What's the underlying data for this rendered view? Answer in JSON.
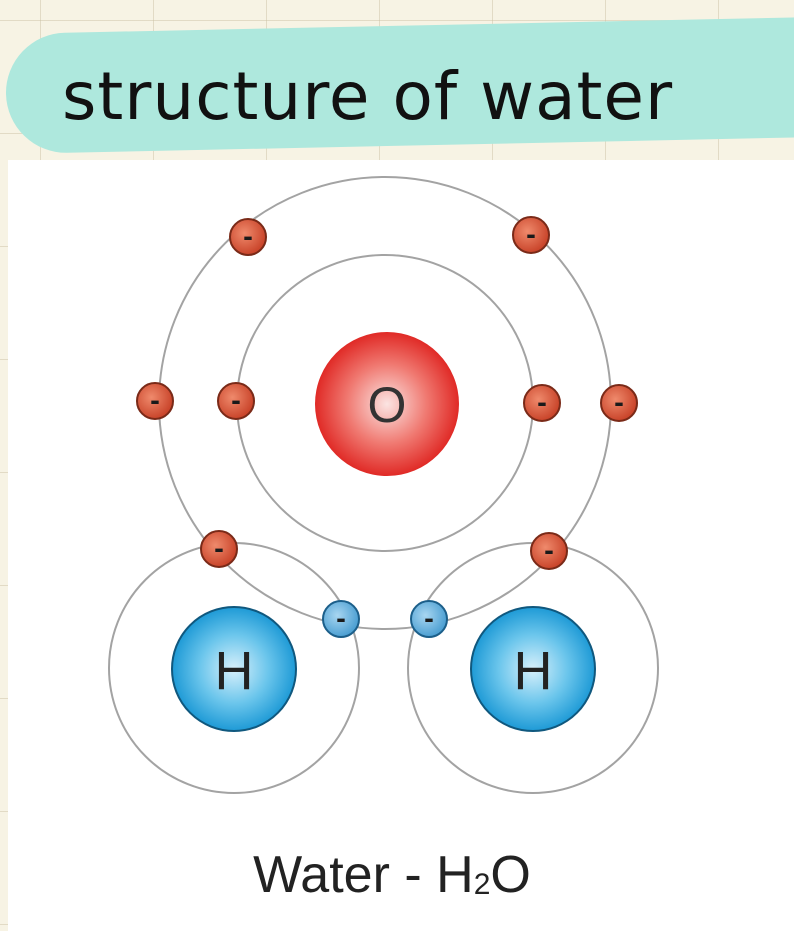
{
  "title": "structure of water",
  "diagram": {
    "oxygen_label": "O",
    "hydrogen_label": "H",
    "electron_symbol": "-",
    "colors": {
      "oxygen": "#e5312f",
      "hydrogen": "#2ba4dc",
      "oxygen_electron": "#d9573a",
      "shared_electron": "#6cb5df",
      "shell": "#9a9a9a"
    }
  },
  "caption": {
    "text_before": "Water - H",
    "subscript": "2",
    "text_after": "O"
  }
}
